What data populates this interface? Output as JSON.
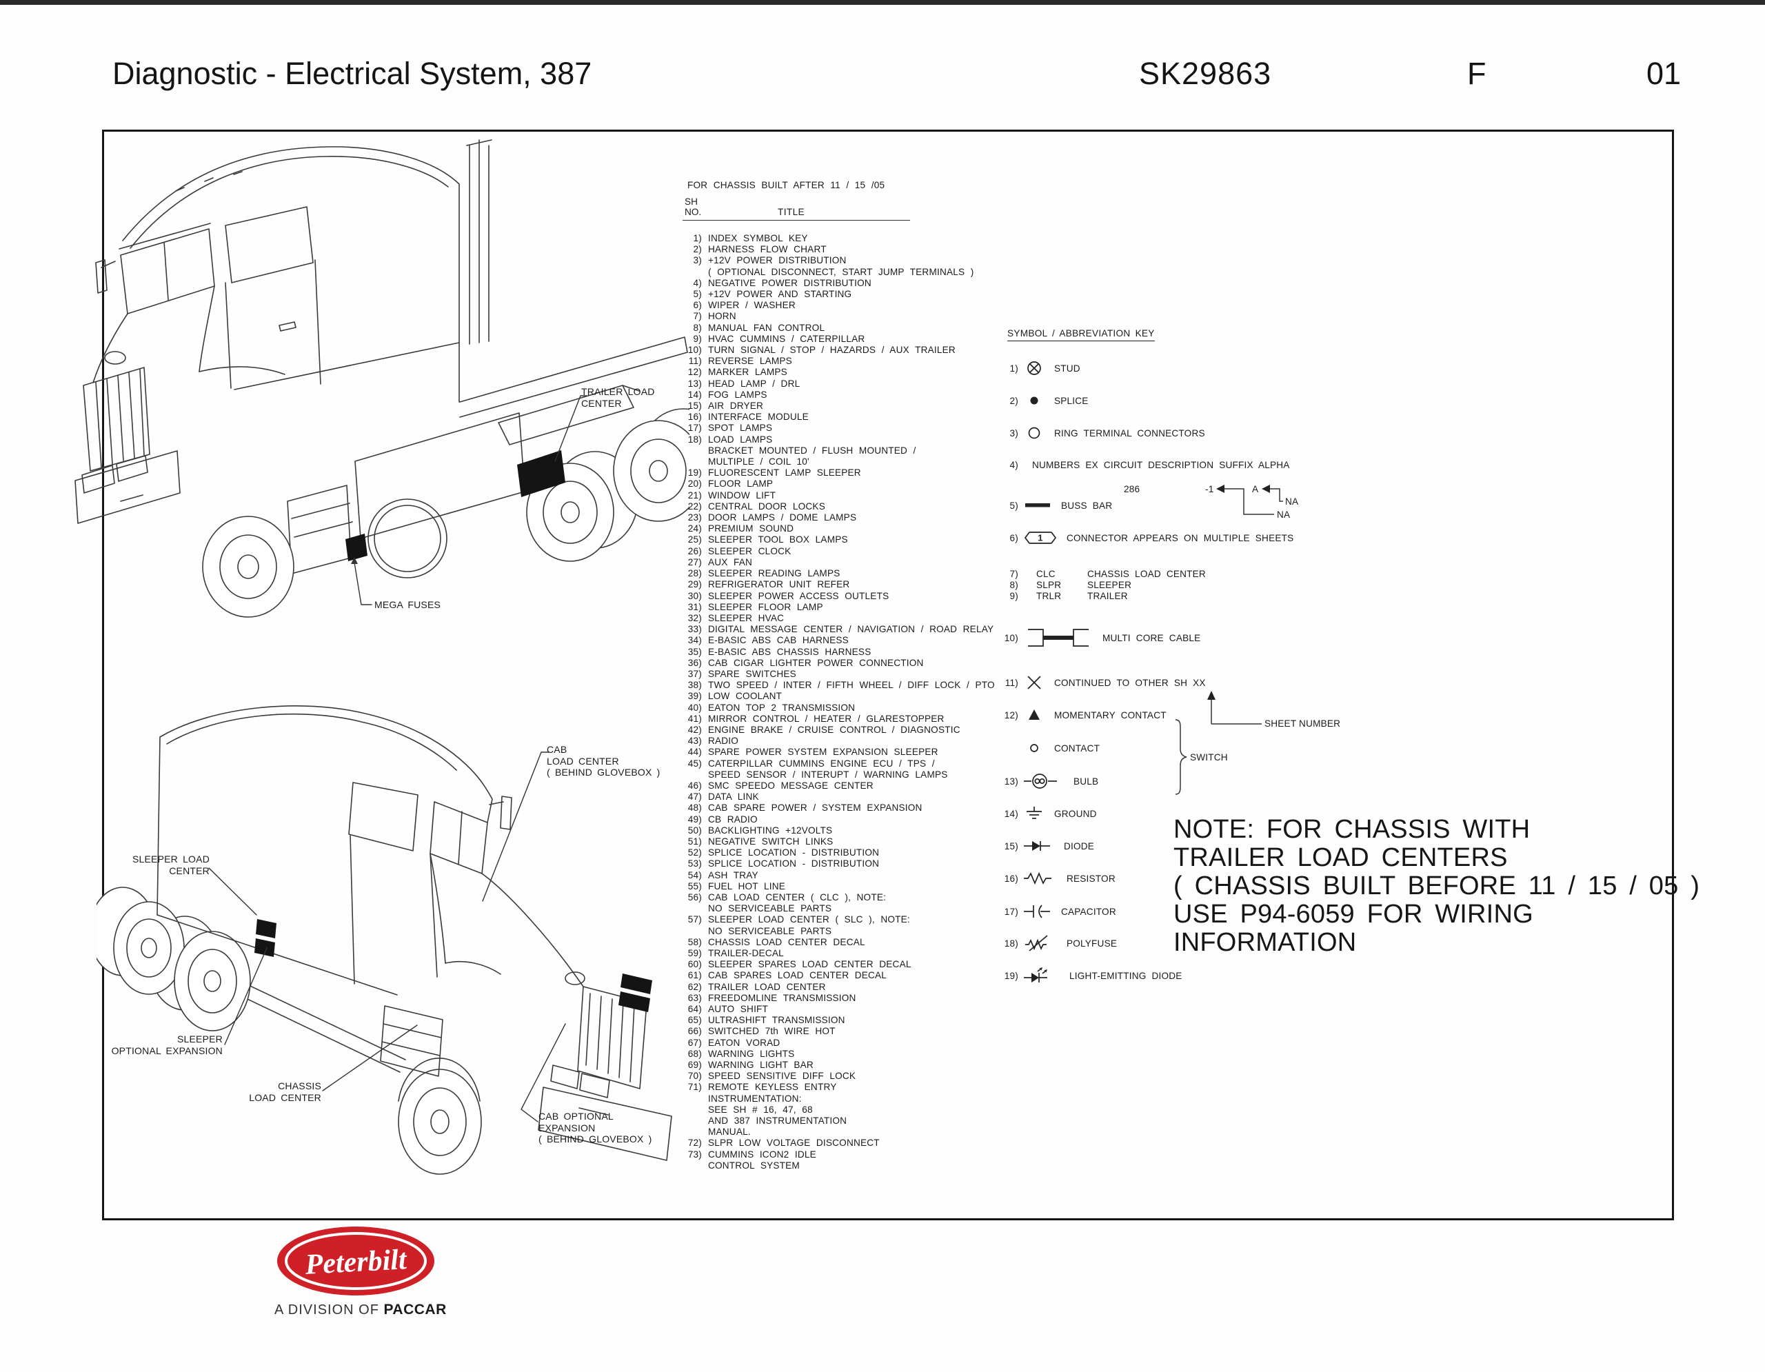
{
  "header": {
    "title": "Diagnostic - Electrical System, 387",
    "doc_code": "SK29863",
    "revision": "F",
    "page": "01"
  },
  "index": {
    "built_note": "FOR CHASSIS BUILT AFTER 11 / 15 /05",
    "col_sh": "SH",
    "col_no": "NO.",
    "col_title": "TITLE",
    "items": [
      {
        "n": "1)",
        "lines": [
          "INDEX SYMBOL KEY"
        ]
      },
      {
        "n": "2)",
        "lines": [
          "HARNESS FLOW CHART"
        ]
      },
      {
        "n": "3)",
        "lines": [
          "+12V POWER DISTRIBUTION",
          "( OPTIONAL DISCONNECT, START JUMP TERMINALS )"
        ]
      },
      {
        "n": "4)",
        "lines": [
          "NEGATIVE POWER DISTRIBUTION"
        ]
      },
      {
        "n": "5)",
        "lines": [
          "+12V POWER AND STARTING"
        ]
      },
      {
        "n": "6)",
        "lines": [
          "WIPER / WASHER"
        ]
      },
      {
        "n": "7)",
        "lines": [
          "HORN"
        ]
      },
      {
        "n": "8)",
        "lines": [
          "MANUAL FAN CONTROL"
        ]
      },
      {
        "n": "9)",
        "lines": [
          "HVAC CUMMINS / CATERPILLAR"
        ]
      },
      {
        "n": "10)",
        "lines": [
          "TURN SIGNAL / STOP / HAZARDS / AUX TRAILER"
        ]
      },
      {
        "n": "11)",
        "lines": [
          "REVERSE LAMPS"
        ]
      },
      {
        "n": "12)",
        "lines": [
          "MARKER LAMPS"
        ]
      },
      {
        "n": "13)",
        "lines": [
          "HEAD LAMP / DRL"
        ]
      },
      {
        "n": "14)",
        "lines": [
          "FOG LAMPS"
        ]
      },
      {
        "n": "15)",
        "lines": [
          "AIR DRYER"
        ]
      },
      {
        "n": "16)",
        "lines": [
          "INTERFACE MODULE"
        ]
      },
      {
        "n": "17)",
        "lines": [
          "SPOT LAMPS"
        ]
      },
      {
        "n": "18)",
        "lines": [
          "LOAD LAMPS",
          "BRACKET MOUNTED / FLUSH MOUNTED /",
          "MULTIPLE / COIL 10'"
        ]
      },
      {
        "n": "19)",
        "lines": [
          "FLUORESCENT LAMP SLEEPER"
        ]
      },
      {
        "n": "20)",
        "lines": [
          "FLOOR LAMP"
        ]
      },
      {
        "n": "21)",
        "lines": [
          "WINDOW LIFT"
        ]
      },
      {
        "n": "22)",
        "lines": [
          "CENTRAL DOOR LOCKS"
        ]
      },
      {
        "n": "23)",
        "lines": [
          "DOOR LAMPS / DOME LAMPS"
        ]
      },
      {
        "n": "24)",
        "lines": [
          "PREMIUM SOUND"
        ]
      },
      {
        "n": "25)",
        "lines": [
          "SLEEPER TOOL BOX LAMPS"
        ]
      },
      {
        "n": "26)",
        "lines": [
          "SLEEPER CLOCK"
        ]
      },
      {
        "n": "27)",
        "lines": [
          "AUX FAN"
        ]
      },
      {
        "n": "28)",
        "lines": [
          "SLEEPER READING LAMPS"
        ]
      },
      {
        "n": "29)",
        "lines": [
          "REFRIGERATOR UNIT REFER"
        ]
      },
      {
        "n": "30)",
        "lines": [
          "SLEEPER POWER ACCESS OUTLETS"
        ]
      },
      {
        "n": "31)",
        "lines": [
          "SLEEPER FLOOR LAMP"
        ]
      },
      {
        "n": "32)",
        "lines": [
          "SLEEPER HVAC"
        ]
      },
      {
        "n": "33)",
        "lines": [
          "DIGITAL MESSAGE CENTER / NAVIGATION / ROAD RELAY"
        ]
      },
      {
        "n": "34)",
        "lines": [
          "E-BASIC ABS CAB HARNESS"
        ]
      },
      {
        "n": "35)",
        "lines": [
          "E-BASIC ABS CHASSIS HARNESS"
        ]
      },
      {
        "n": "36)",
        "lines": [
          "CAB CIGAR LIGHTER POWER CONNECTION"
        ]
      },
      {
        "n": "37)",
        "lines": [
          "SPARE SWITCHES"
        ]
      },
      {
        "n": "38)",
        "lines": [
          "TWO SPEED / INTER / FIFTH WHEEL / DIFF LOCK / PTO"
        ]
      },
      {
        "n": "39)",
        "lines": [
          "LOW COOLANT"
        ]
      },
      {
        "n": "40)",
        "lines": [
          "EATON TOP 2 TRANSMISSION"
        ]
      },
      {
        "n": "41)",
        "lines": [
          "MIRROR CONTROL / HEATER / GLARESTOPPER"
        ]
      },
      {
        "n": "42)",
        "lines": [
          "ENGINE BRAKE / CRUISE CONTROL / DIAGNOSTIC"
        ]
      },
      {
        "n": "43)",
        "lines": [
          "RADIO"
        ]
      },
      {
        "n": "44)",
        "lines": [
          "SPARE POWER SYSTEM EXPANSION SLEEPER"
        ]
      },
      {
        "n": "45)",
        "lines": [
          "CATERPILLAR CUMMINS ENGINE ECU / TPS /",
          "SPEED SENSOR / INTERUPT / WARNING LAMPS"
        ]
      },
      {
        "n": "46)",
        "lines": [
          "SMC SPEEDO MESSAGE CENTER"
        ]
      },
      {
        "n": "47)",
        "lines": [
          "DATA LINK"
        ]
      },
      {
        "n": "48)",
        "lines": [
          "CAB SPARE POWER / SYSTEM EXPANSION"
        ]
      },
      {
        "n": "49)",
        "lines": [
          "CB RADIO"
        ]
      },
      {
        "n": "50)",
        "lines": [
          "BACKLIGHTING +12VOLTS"
        ]
      },
      {
        "n": "51)",
        "lines": [
          "NEGATIVE SWITCH LINKS"
        ]
      },
      {
        "n": "52)",
        "lines": [
          "SPLICE LOCATION - DISTRIBUTION"
        ]
      },
      {
        "n": "53)",
        "lines": [
          "SPLICE LOCATION - DISTRIBUTION"
        ]
      },
      {
        "n": "54)",
        "lines": [
          "ASH TRAY"
        ]
      },
      {
        "n": "55)",
        "lines": [
          "FUEL HOT LINE"
        ]
      },
      {
        "n": "56)",
        "lines": [
          "CAB LOAD CENTER ( CLC ), NOTE:",
          "NO SERVICEABLE PARTS"
        ]
      },
      {
        "n": "57)",
        "lines": [
          "SLEEPER LOAD CENTER ( SLC ), NOTE:",
          "NO SERVICEABLE PARTS"
        ]
      },
      {
        "n": "58)",
        "lines": [
          "CHASSIS LOAD CENTER DECAL"
        ]
      },
      {
        "n": "59)",
        "lines": [
          "TRAILER-DECAL"
        ]
      },
      {
        "n": "60)",
        "lines": [
          "SLEEPER SPARES LOAD CENTER DECAL"
        ]
      },
      {
        "n": "61)",
        "lines": [
          "CAB SPARES LOAD CENTER DECAL"
        ]
      },
      {
        "n": "62)",
        "lines": [
          "TRAILER LOAD CENTER"
        ]
      },
      {
        "n": "63)",
        "lines": [
          "FREEDOMLINE TRANSMISSION"
        ]
      },
      {
        "n": "64)",
        "lines": [
          "AUTO SHIFT"
        ]
      },
      {
        "n": "65)",
        "lines": [
          "ULTRASHIFT TRANSMISSION"
        ]
      },
      {
        "n": "66)",
        "lines": [
          "SWITCHED 7th WIRE HOT"
        ]
      },
      {
        "n": "67)",
        "lines": [
          "EATON VORAD"
        ]
      },
      {
        "n": "68)",
        "lines": [
          "WARNING LIGHTS"
        ]
      },
      {
        "n": "69)",
        "lines": [
          "WARNING LIGHT BAR"
        ]
      },
      {
        "n": "70)",
        "lines": [
          "SPEED SENSITIVE DIFF LOCK"
        ]
      },
      {
        "n": "71)",
        "lines": [
          "REMOTE KEYLESS ENTRY",
          "INSTRUMENTATION:",
          "SEE SH # 16, 47, 68",
          "AND 387 INSTRUMENTATION",
          "MANUAL."
        ]
      },
      {
        "n": "72)",
        "lines": [
          "SLPR LOW VOLTAGE DISCONNECT"
        ]
      },
      {
        "n": "73)",
        "lines": [
          "CUMMINS ICON2 IDLE",
          "CONTROL SYSTEM"
        ]
      }
    ]
  },
  "symbol_key": {
    "heading": "SYMBOL / ABBREVIATION KEY",
    "rows": [
      {
        "n": "1)",
        "sym": "stud",
        "label": "STUD"
      },
      {
        "n": "2)",
        "sym": "splice",
        "label": "SPLICE"
      },
      {
        "n": "3)",
        "sym": "ring",
        "label": "RING TERMINAL CONNECTORS"
      },
      {
        "n": "4)",
        "sym": "none",
        "label": "NUMBERS EX CIRCUIT DESCRIPTION SUFFIX ALPHA"
      },
      {
        "n": "5)",
        "sym": "buss",
        "label": "BUSS BAR"
      },
      {
        "n": "6)",
        "sym": "connector",
        "label": "CONNECTOR APPEARS ON MULTIPLE SHEETS"
      },
      {
        "n": "7)",
        "abbr": "CLC",
        "label": "CHASSIS LOAD CENTER"
      },
      {
        "n": "8)",
        "abbr": "SLPR",
        "label": "SLEEPER"
      },
      {
        "n": "9)",
        "abbr": "TRLR",
        "label": "TRAILER"
      },
      {
        "n": "10)",
        "sym": "multicore",
        "label": "MULTI CORE CABLE"
      },
      {
        "n": "11)",
        "sym": "contx",
        "label": "CONTINUED TO OTHER SH XX"
      },
      {
        "n": "12)",
        "sym": "momentary",
        "label": "MOMENTARY CONTACT"
      },
      {
        "n": "",
        "sym": "contact",
        "label": "CONTACT"
      },
      {
        "n": "13)",
        "sym": "bulb",
        "label": "BULB"
      },
      {
        "n": "14)",
        "sym": "ground",
        "label": "GROUND"
      },
      {
        "n": "15)",
        "sym": "diode",
        "label": "DIODE"
      },
      {
        "n": "16)",
        "sym": "resistor",
        "label": "RESISTOR"
      },
      {
        "n": "17)",
        "sym": "capacitor",
        "label": "CAPACITOR"
      },
      {
        "n": "18)",
        "sym": "polyfuse",
        "label": "POLYFUSE"
      },
      {
        "n": "19)",
        "sym": "led",
        "label": "LIGHT-EMITTING DIODE"
      }
    ],
    "suffix_diagram": {
      "number": "286",
      "suffix": "-1",
      "alpha": "A",
      "na_top": "NA",
      "na_bottom": "NA"
    },
    "switch_label": "SWITCH",
    "sheet_number_label": "SHEET NUMBER"
  },
  "note": {
    "lines": [
      "NOTE: FOR CHASSIS WITH",
      "TRAILER LOAD CENTERS",
      "( CHASSIS BUILT BEFORE 11 / 15 / 05 )",
      "USE P94-6059 FOR WIRING",
      "INFORMATION"
    ]
  },
  "trucks": {
    "truck1": {
      "labels": {
        "trailer_load_center": [
          "TRAILER LOAD",
          "CENTER"
        ],
        "mega_fuses": [
          "MEGA FUSES"
        ]
      }
    },
    "truck2": {
      "labels": {
        "sleeper_load_center": [
          "SLEEPER LOAD",
          "CENTER"
        ],
        "sleeper_optional_expansion": [
          "SLEEPER",
          "OPTIONAL EXPANSION"
        ],
        "chassis_load_center": [
          "CHASSIS",
          "LOAD CENTER"
        ],
        "cab_load_center": [
          "CAB",
          "LOAD CENTER",
          "( BEHIND GLOVEBOX )"
        ],
        "cab_optional_expansion": [
          "CAB OPTIONAL",
          "EXPANSION",
          "( BEHIND GLOVEBOX )"
        ]
      }
    }
  },
  "logo": {
    "brand": "Peterbilt",
    "division_prefix": "A DIVISION OF ",
    "division_bold": "PACCAR"
  },
  "colors": {
    "accent_red": "#cf2028",
    "ink": "#1b1b1b"
  }
}
